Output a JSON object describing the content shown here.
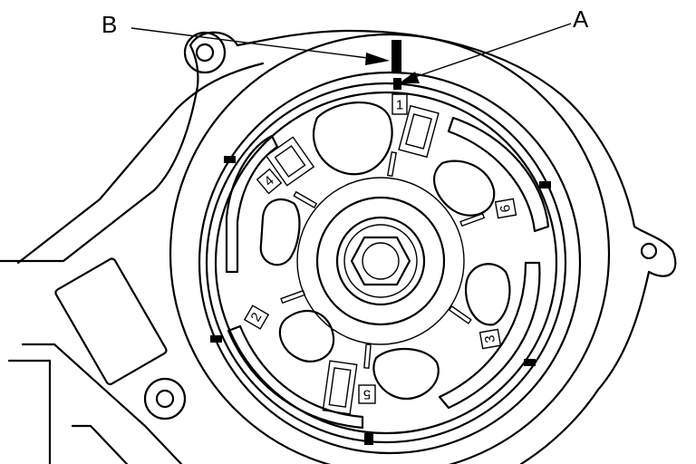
{
  "callouts": {
    "a": "A",
    "b": "B"
  },
  "marks": {
    "m1": "1",
    "m2": "2",
    "m3": "3",
    "m4": "4",
    "m5": "5",
    "m6": "6"
  }
}
